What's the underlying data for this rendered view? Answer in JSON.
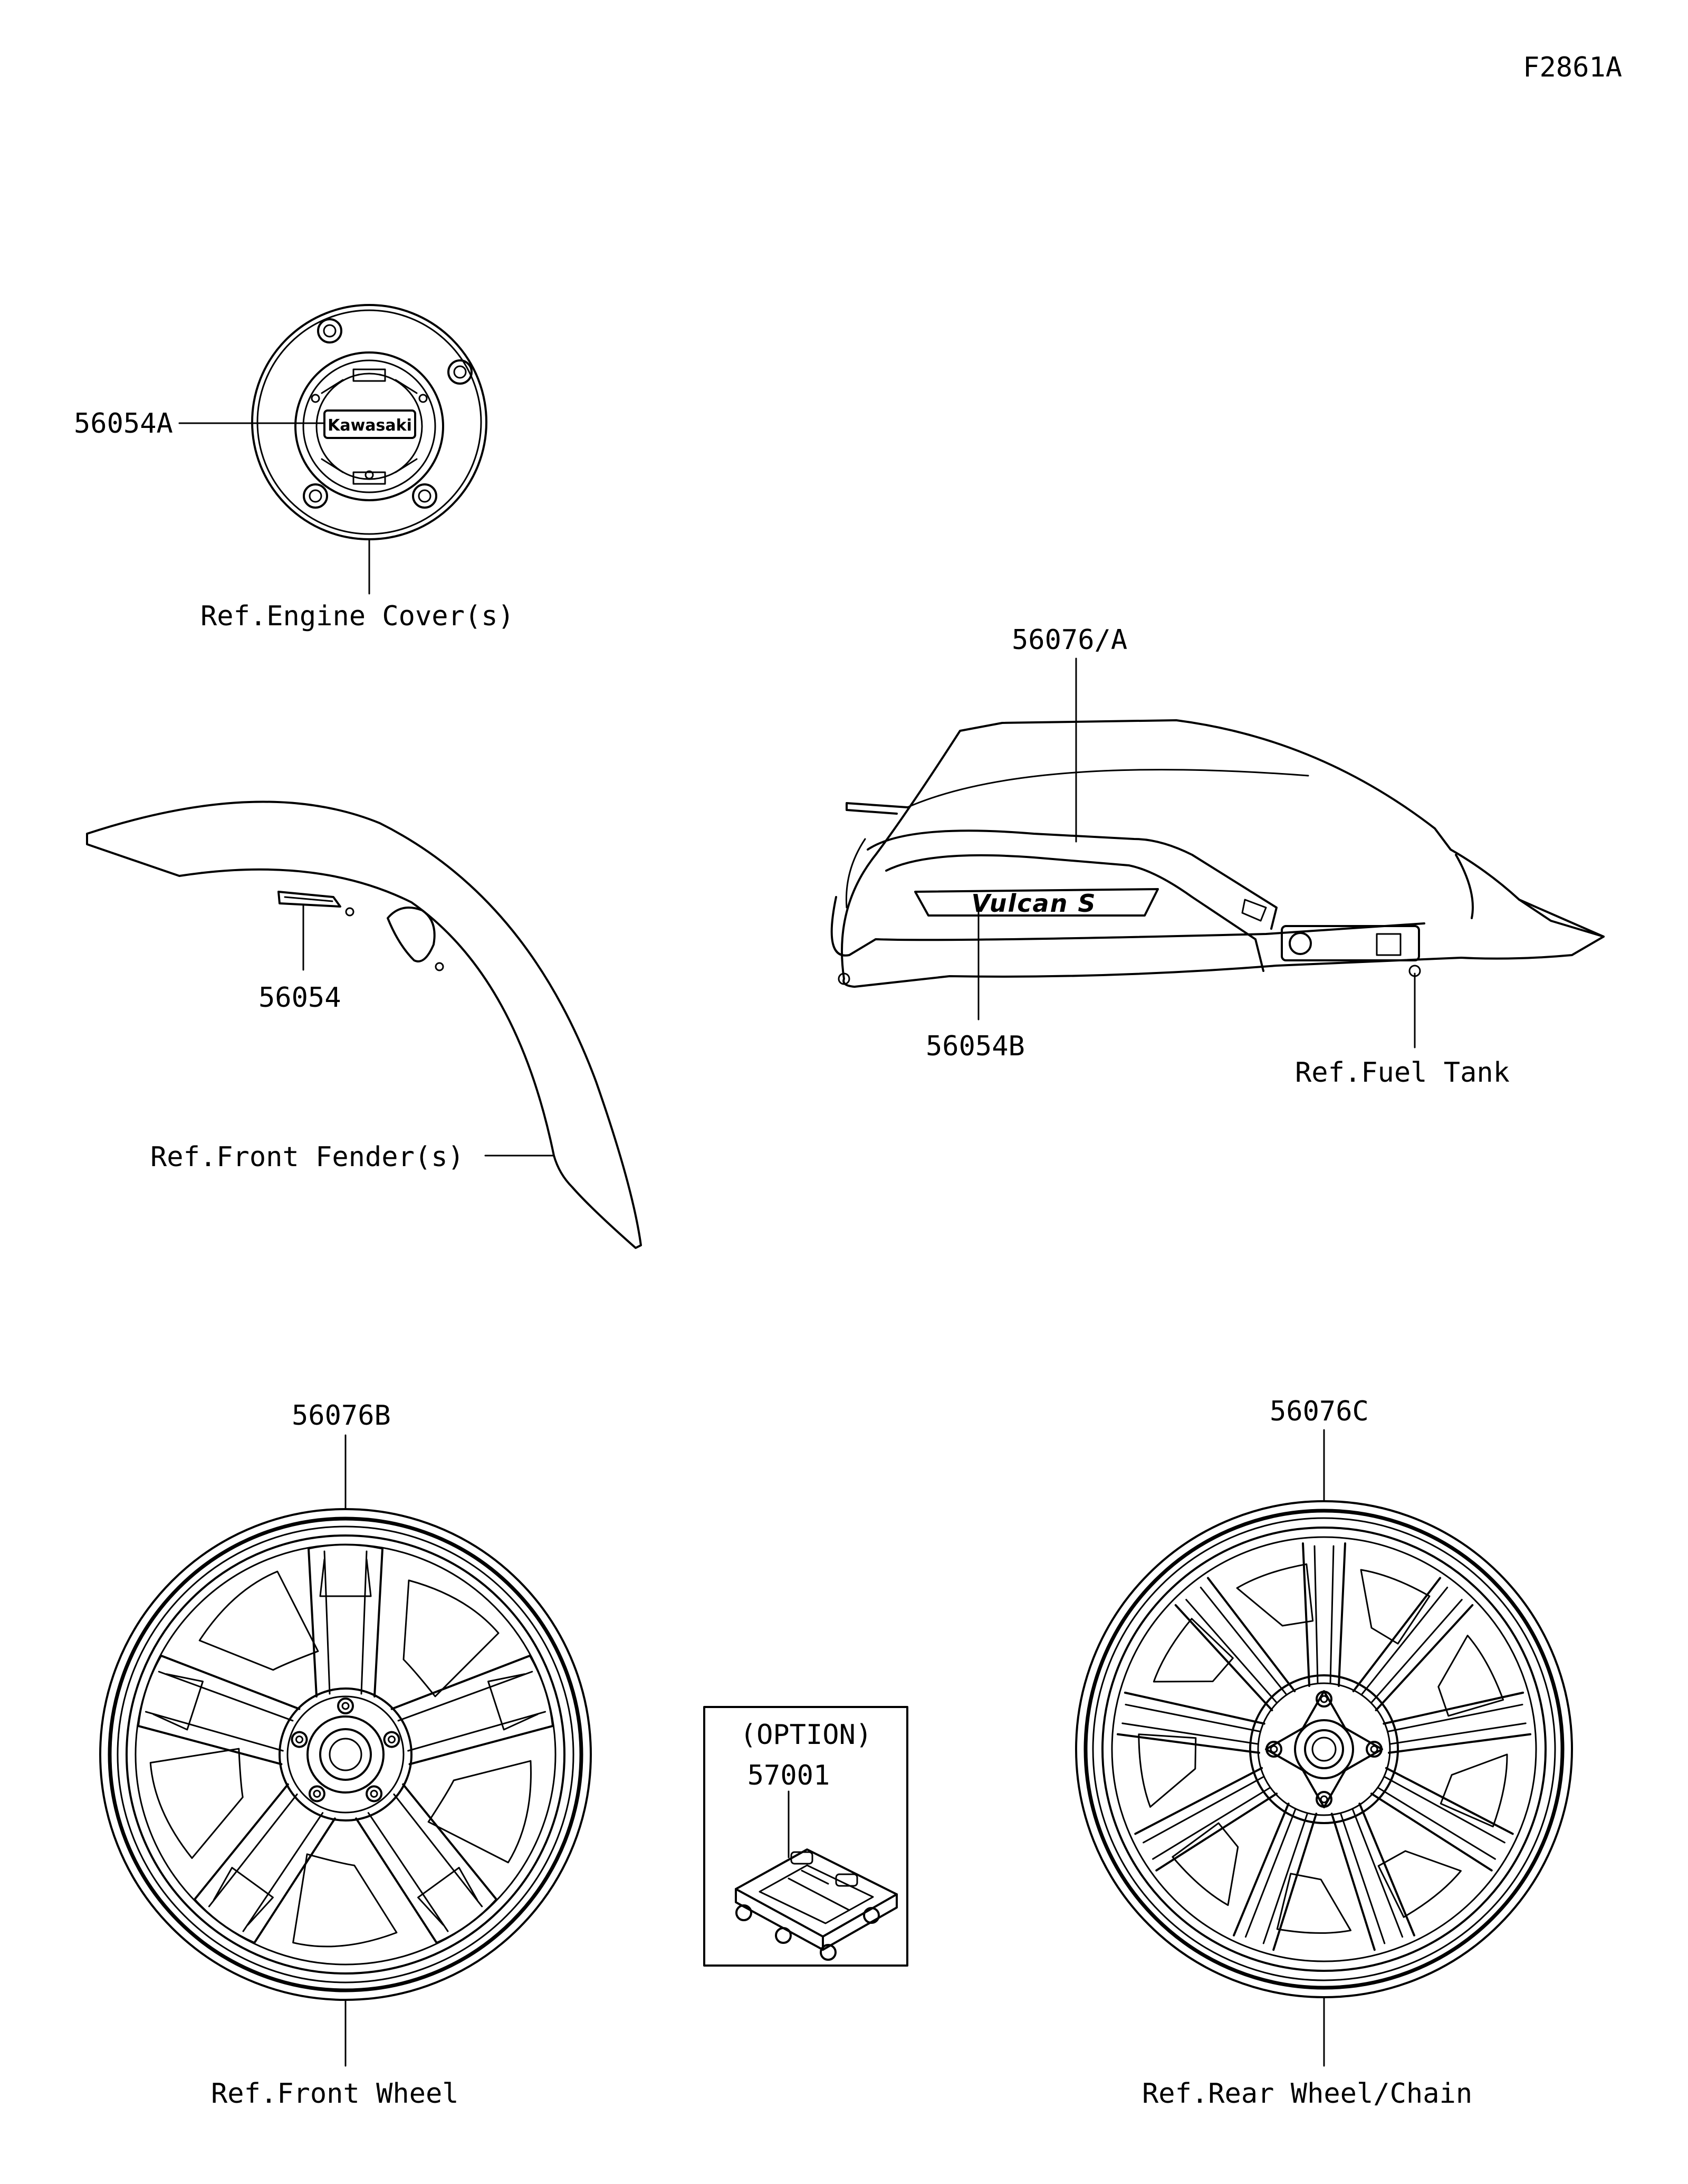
{
  "figure_code": "F2861A",
  "callouts": {
    "p56054A": "56054A",
    "engine_cover_ref": "Ref.Engine Cover(s)",
    "p56076_A": "56076/A",
    "p56054": "56054",
    "p56054B": "56054B",
    "fuel_tank_ref": "Ref.Fuel Tank",
    "front_fender_ref": "Ref.Front Fender(s)",
    "p56076B": "56076B",
    "p56076C": "56076C",
    "option_label": "(OPTION)",
    "p57001": "57001",
    "front_wheel_ref": "Ref.Front Wheel",
    "rear_wheel_ref": "Ref.Rear Wheel/Chain"
  },
  "logos": {
    "engine_cover_emblem": "Kawasaki",
    "tank_emblem": "Vulcan S"
  }
}
